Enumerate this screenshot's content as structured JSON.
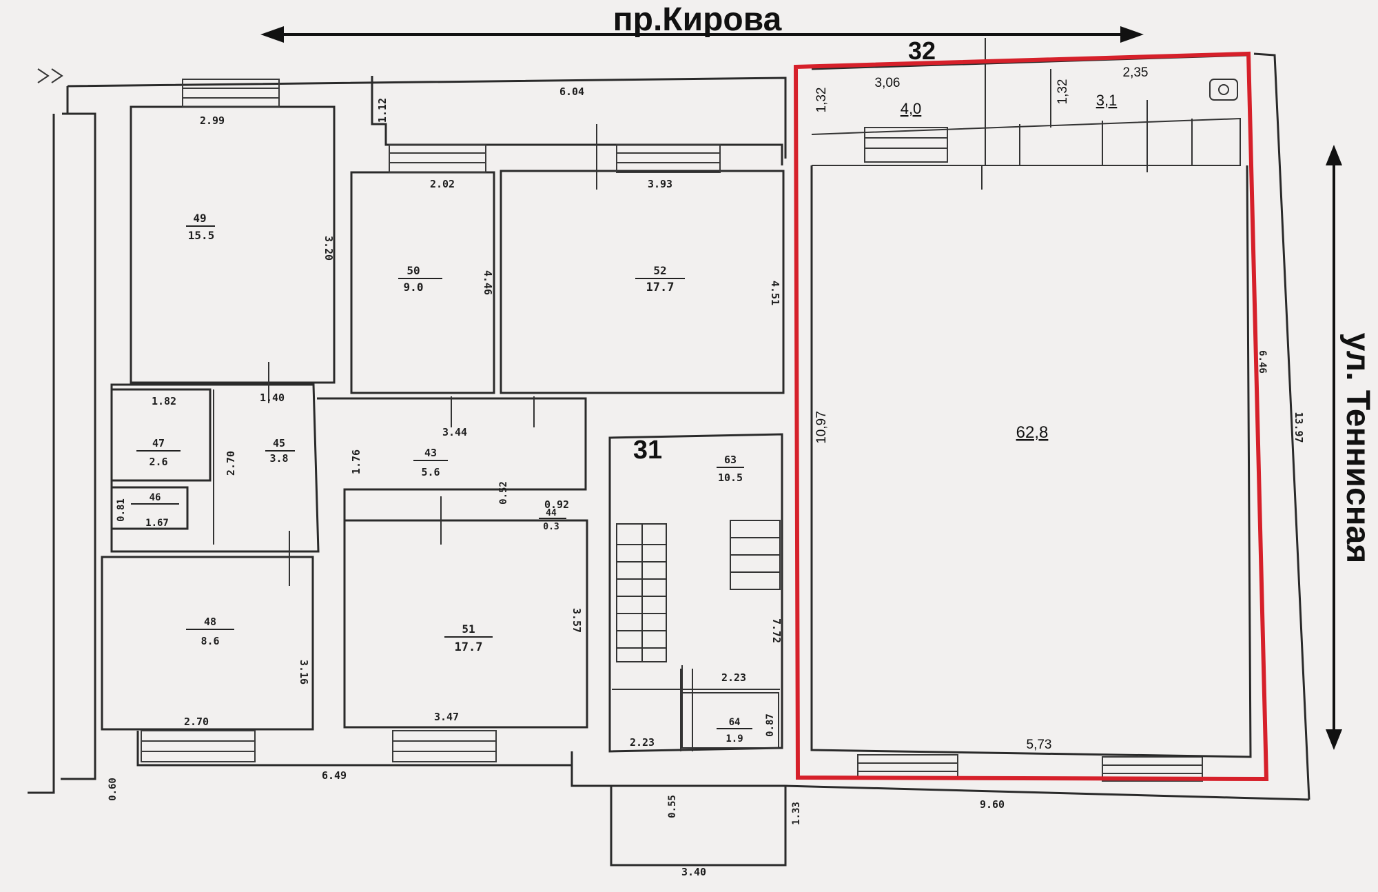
{
  "colors": {
    "highlight": "#d6202a",
    "ink": "#1e1e1e",
    "paper": "#f2f0ef"
  },
  "streets": {
    "top": "пр.Кирова",
    "right": "ул. Теннисная"
  },
  "building_numbers": {
    "highlighted": "32",
    "staircase": "31"
  },
  "highlighted_unit": {
    "main_area": "62,8",
    "room_a_area": "4,0",
    "room_b_area": "3,1",
    "dims": {
      "height_left": "10,97",
      "bottom": "5,73",
      "top_a": "3,06",
      "top_b": "2,35",
      "side_a": "1,32",
      "side_b": "1,32"
    }
  },
  "rooms": {
    "r49": {
      "num": "49",
      "area": "15.5"
    },
    "r50": {
      "num": "50",
      "area": "9.0"
    },
    "r52": {
      "num": "52",
      "area": "17.7"
    },
    "r47": {
      "num": "47",
      "area": "2.6"
    },
    "r45": {
      "num": "45",
      "area": "3.8"
    },
    "r43": {
      "num": "43",
      "area": "5.6"
    },
    "r46": {
      "num": "46",
      "area": "1.67"
    },
    "r44": {
      "num": "44",
      "area": "0.3"
    },
    "r63": {
      "num": "63",
      "area": "10.5"
    },
    "r48": {
      "num": "48",
      "area": "8.6"
    },
    "r51": {
      "num": "51",
      "area": "17.7"
    },
    "r64": {
      "num": "64",
      "area": "1.9"
    }
  },
  "dims": {
    "d299": "2.99",
    "d112": "1.12",
    "d604": "6.04",
    "d202": "2.02",
    "d393": "3.93",
    "d320": "3.20",
    "d446": "4.46",
    "d451": "4.51",
    "d182": "1.82",
    "d140": "1.40",
    "d344": "3.44",
    "d270v": "2.70",
    "d176": "1.76",
    "d052": "0.52",
    "d092": "0.92",
    "d081": "0.81",
    "d316": "3.16",
    "d357": "3.57",
    "d772": "7.72",
    "d223a": "2.23",
    "d087": "0.87",
    "d223b": "2.23",
    "d270h": "2.70",
    "d347": "3.47",
    "d060": "0.60",
    "d649": "6.49",
    "d055": "0.55",
    "d133": "1.33",
    "d960": "9.60",
    "d340": "3.40",
    "d1397": "13.97",
    "d646": "6.46"
  }
}
